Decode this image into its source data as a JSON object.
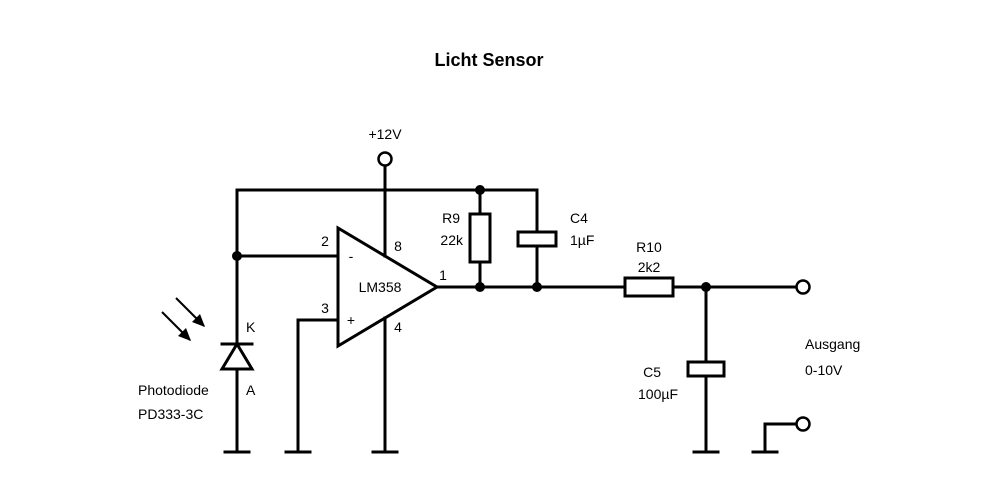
{
  "title": "Licht Sensor",
  "supply": "+12V",
  "opamp": {
    "name": "LM358",
    "pin_inv": "2",
    "pin_inv_sign": "-",
    "pin_noninv": "3",
    "pin_noninv_sign": "+",
    "pin_vcc": "8",
    "pin_gnd": "4",
    "pin_out": "1"
  },
  "r9": {
    "ref": "R9",
    "value": "22k"
  },
  "c4": {
    "ref": "C4",
    "value": "1µF"
  },
  "r10": {
    "ref": "R10",
    "value": "2k2"
  },
  "c5": {
    "ref": "C5",
    "value": "100µF"
  },
  "diode": {
    "k": "K",
    "a": "A",
    "label": "Photodiode",
    "part": "PD333-3C"
  },
  "output": {
    "label": "Ausgang",
    "range": "0-10V"
  }
}
